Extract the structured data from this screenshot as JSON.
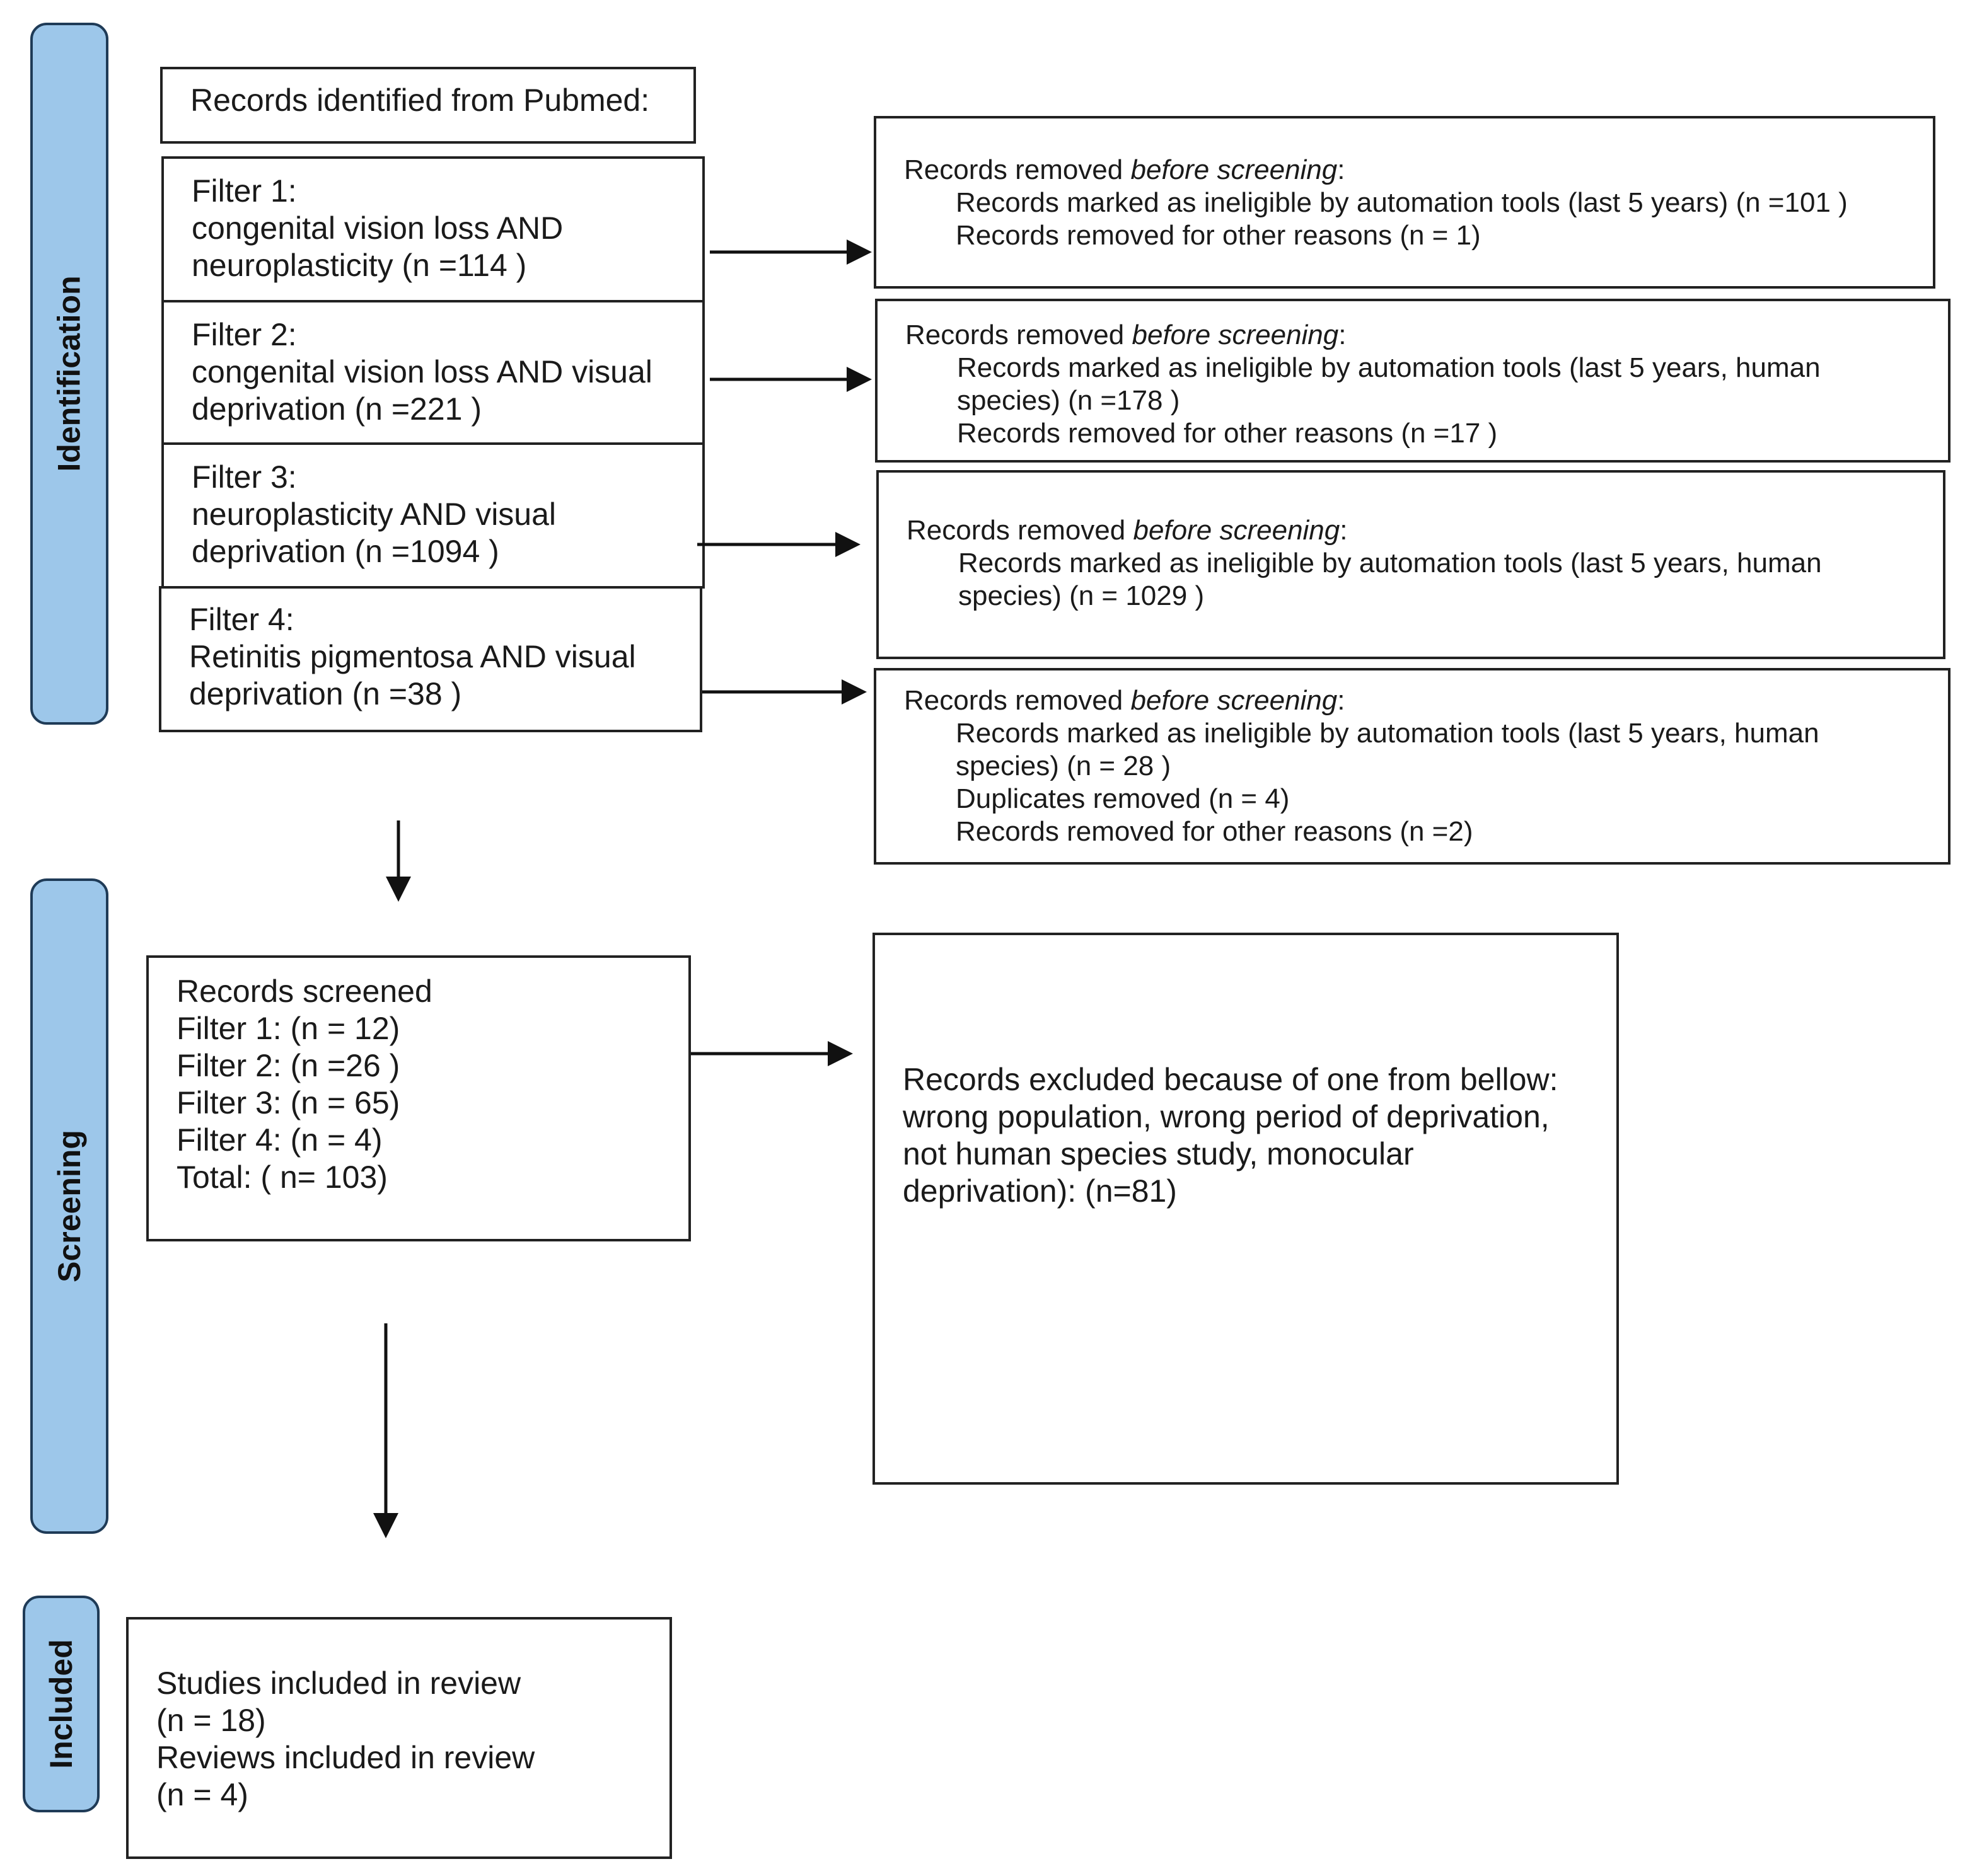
{
  "stages": {
    "identification": "Identification",
    "screening": "Screening",
    "included": "Included"
  },
  "identified": {
    "header": "Records identified from Pubmed:",
    "filters": [
      {
        "label": "Filter 1:",
        "line1": "congenital vision loss AND",
        "line2": "neuroplasticity (n =114 )"
      },
      {
        "label": "Filter 2:",
        "line1": "congenital vision loss AND visual",
        "line2": "deprivation (n =221 )"
      },
      {
        "label": "Filter 3:",
        "line1": "neuroplasticity AND visual",
        "line2": "deprivation (n =1094 )"
      },
      {
        "label": "Filter 4:",
        "line1": "Retinitis pigmentosa AND visual",
        "line2": "deprivation (n =38 )"
      }
    ]
  },
  "removed": {
    "prefix": "Records removed ",
    "emphasis": "before screening",
    "suffix": ":",
    "boxes": [
      {
        "lines": [
          "Records marked as ineligible by automation tools (last 5 years) (n =101 )",
          "Records removed for other reasons (n = 1)"
        ]
      },
      {
        "lines": [
          "Records marked as ineligible by automation tools (last 5 years, human",
          "species) (n =178 )",
          "Records removed for other reasons (n =17 )"
        ]
      },
      {
        "lines": [
          "Records marked as ineligible by automation tools (last 5 years, human",
          "species) (n = 1029 )"
        ]
      },
      {
        "lines": [
          "Records marked as ineligible by automation tools (last 5 years, human",
          "species) (n = 28 )",
          "Duplicates removed (n = 4)",
          "Records removed for other reasons (n =2)"
        ]
      }
    ]
  },
  "screened": {
    "lines": [
      "Records screened",
      "Filter 1: (n = 12)",
      "Filter 2: (n =26 )",
      "Filter 3: (n = 65)",
      "Filter 4: (n = 4)",
      "Total: ( n= 103)"
    ]
  },
  "excluded": {
    "lines": [
      "Records excluded because of one from bellow:",
      "wrong population, wrong period of deprivation,",
      "not human species study, monocular",
      "deprivation): (n=81)"
    ]
  },
  "included": {
    "lines": [
      "Studies included in review",
      "(n = 18)",
      "Reviews included in review",
      "(n = 4)"
    ]
  }
}
